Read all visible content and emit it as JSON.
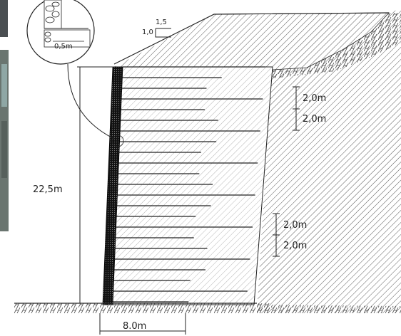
{
  "labels": {
    "wall_height": "22,5m",
    "spacing_upper_1": "2,0m",
    "spacing_upper_2": "2,0m",
    "spacing_lower_1": "2,0m",
    "spacing_lower_2": "2,0m",
    "reinforcement_length": "8.0m",
    "slope_vertical": "1,0",
    "slope_horizontal": "1,5",
    "facing_thickness": "0,5m"
  }
}
